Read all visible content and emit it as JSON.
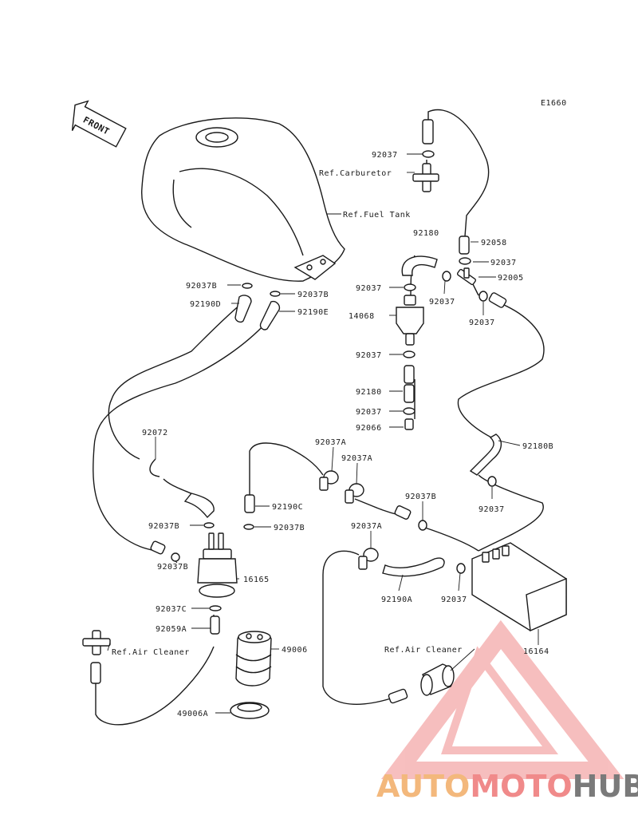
{
  "diagram_code": "E1660",
  "front_label": "FRONT",
  "labels": {
    "l92037_top": "92037",
    "ref_carburetor": "Ref.Carburetor",
    "ref_fuel_tank": "Ref.Fuel Tank",
    "l92180_top": "92180",
    "l92058": "92058",
    "l92037_r1": "92037",
    "l92005": "92005",
    "l92037B_a": "92037B",
    "l92037B_b": "92037B",
    "l92190D": "92190D",
    "l92190E": "92190E",
    "l92037_mid": "92037",
    "l92037_mid2": "92037",
    "l92037_r2": "92037",
    "l14068": "14068",
    "l92037_f2": "92037",
    "l92180_mid": "92180",
    "l92037_f3": "92037",
    "l92066": "92066",
    "l92072": "92072",
    "l92037A_a": "92037A",
    "l92037A_b": "92037A",
    "l92180B": "92180B",
    "l92190C": "92190C",
    "l92037B_c": "92037B",
    "l92037B_d": "92037B",
    "l92037_r3": "92037",
    "l92037B_e": "92037B",
    "l92037A_c": "92037A",
    "l92037B_f": "92037B",
    "l16165": "16165",
    "l92190A": "92190A",
    "l92037_r4": "92037",
    "l92037C": "92037C",
    "l92059A": "92059A",
    "ref_air_cleaner_left": "Ref.Air Cleaner",
    "l49006": "49006",
    "ref_air_cleaner_right": "Ref.Air Cleaner",
    "l16164": "16164",
    "l49006A": "49006A"
  },
  "watermark": {
    "part1": "AUTO",
    "part2": "MOTO",
    "part3": "HUB",
    "color_light": "#f3b87c",
    "color_red": "#f08a8a",
    "color_gray": "#7a7a7a"
  }
}
